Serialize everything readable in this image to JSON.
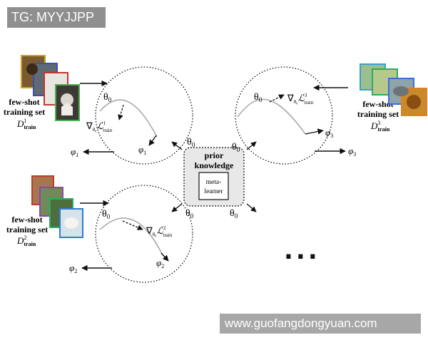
{
  "watermarks": {
    "top": "TG: MYYJJPP",
    "bottom": "www.guofangdongyuan.com"
  },
  "center_box": {
    "title_line1": "prior",
    "title_line2": "knowledge",
    "inner_line1": "meta-",
    "inner_line2": "learner"
  },
  "theta_label": "θ",
  "theta_sub": "0",
  "tasks": [
    {
      "set_line1": "few-shot",
      "set_line2": "training set",
      "D": "D",
      "D_sup": "1",
      "D_sub": "train",
      "grad_nabla": "∇",
      "grad_sub": "θ₀",
      "grad_L": "ℒ",
      "grad_sup": "1",
      "grad_subtrain": "train",
      "phi": "φ",
      "phi_sub": "1"
    },
    {
      "set_line1": "few-shot",
      "set_line2": "training set",
      "D": "D",
      "D_sup": "2",
      "D_sub": "train",
      "grad_nabla": "∇",
      "grad_sub": "θ₀",
      "grad_L": "ℒ",
      "grad_sup": "2",
      "grad_subtrain": "train",
      "phi": "φ",
      "phi_sub": "2"
    },
    {
      "set_line1": "few-shot",
      "set_line2": "training set",
      "D": "D",
      "D_sup": "3",
      "D_sub": "train",
      "grad_nabla": "∇",
      "grad_sub": "θ₀",
      "grad_L": "ℒ",
      "grad_sup": "3",
      "grad_subtrain": "train",
      "phi": "φ",
      "phi_sub": "3"
    }
  ],
  "ellipsis": "...",
  "photo_icons": [
    "dog-photo-icon",
    "animal-photo-icon"
  ]
}
